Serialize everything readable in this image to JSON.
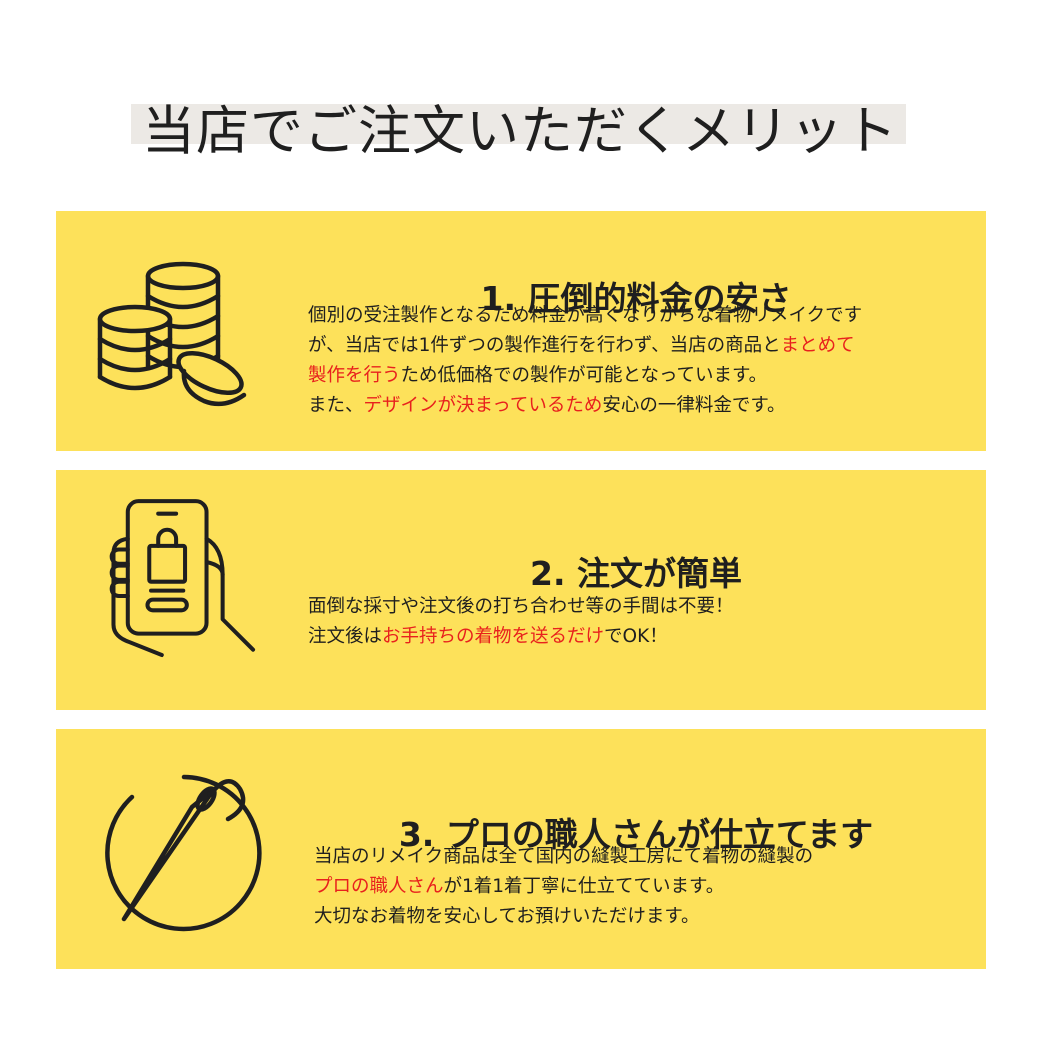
{
  "page": {
    "title": "当店でご注文いただくメリット",
    "colors": {
      "card_background": "#fde15a",
      "title_band": "#ece9e5",
      "highlight": "#e8211d",
      "text": "#1f1f1f"
    }
  },
  "cards": [
    {
      "icon": "coins-stack-icon",
      "heading": "1. 圧倒的料金の安さ",
      "lines": [
        [
          {
            "t": "個別の受注製作となるため料金が高くなりがちな着物リメイクです"
          }
        ],
        [
          {
            "t": "が、当店では1件ずつの製作進行を行わず、当店の商品と"
          },
          {
            "t": "まとめて",
            "hl": true
          }
        ],
        [
          {
            "t": "製作を行う",
            "hl": true
          },
          {
            "t": "ため低価格での製作が可能となっています。"
          }
        ],
        [
          {
            "t": "また、"
          },
          {
            "t": "デザインが決まっているため",
            "hl": true
          },
          {
            "t": "安心の一律料金です。"
          }
        ]
      ]
    },
    {
      "icon": "smartphone-shopping-bag-icon",
      "heading": "2. 注文が簡単",
      "lines": [
        [
          {
            "t": "面倒な採寸や注文後の打ち合わせ等の手間は不要！"
          }
        ],
        [
          {
            "t": "注文後は"
          },
          {
            "t": "お手持ちの着物を送るだけ",
            "hl": true
          },
          {
            "t": "でOK！"
          }
        ]
      ]
    },
    {
      "icon": "needle-thread-icon",
      "heading": "3. プロの職人さんが仕立てます",
      "lines": [
        [
          {
            "t": "当店のリメイク商品は全て国内の縫製工房にて着物の縫製の"
          }
        ],
        [
          {
            "t": "プロの職人さん",
            "hl": true
          },
          {
            "t": "が1着1着丁寧に仕立てています。"
          }
        ],
        [
          {
            "t": "大切なお着物を安心してお預けいただけます。"
          }
        ]
      ]
    }
  ]
}
